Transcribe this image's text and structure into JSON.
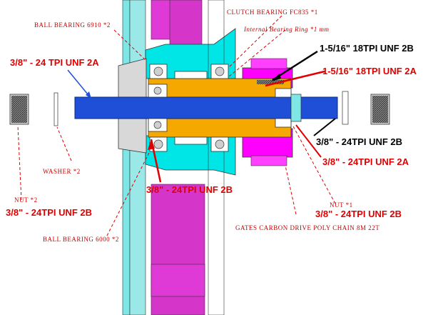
{
  "labels": {
    "ball_bearing_top": "BALL BEARING 6910 *2",
    "clutch_bearing": "CLUTCH BEARING FC835 *1",
    "internal_bearing": "Internal Bearing Ring *1 mm",
    "thread_top_left": "3/8\" - 24 TPI UNF 2A",
    "thread_black_right": "1-5/16\" 18TPI UNF 2B",
    "thread_red_right": "1-5/16\" 18TPI UNF 2A",
    "thread_black_mid": "3/8\" - 24TPI UNF 2B",
    "thread_red_mid": "3/8\" - 24TPI UNF 2A",
    "washer": "WASHER *2",
    "thread_center_bottom": "3/8\" - 24TPI UNF 2B",
    "nut_left": "NUT *2",
    "thread_bottom_left": "3/8\" - 24TPI UNF 2B",
    "nut_right": "NUT *1",
    "thread_bottom_right": "3/8\" - 24TPI UNF 2B",
    "gates_chain": "GATES CARBON DRIVE POLY CHAIN 8M 22T",
    "ball_bearing_bottom": "BALL BEARING 6000 *2"
  },
  "colors": {
    "shaft": "#1e4fd6",
    "sleeve": "#f5a800",
    "housing": "#00e5e5",
    "frame": "#e03ad6",
    "sprocket": "#ff00ff",
    "annotation_red": "#e00000"
  }
}
